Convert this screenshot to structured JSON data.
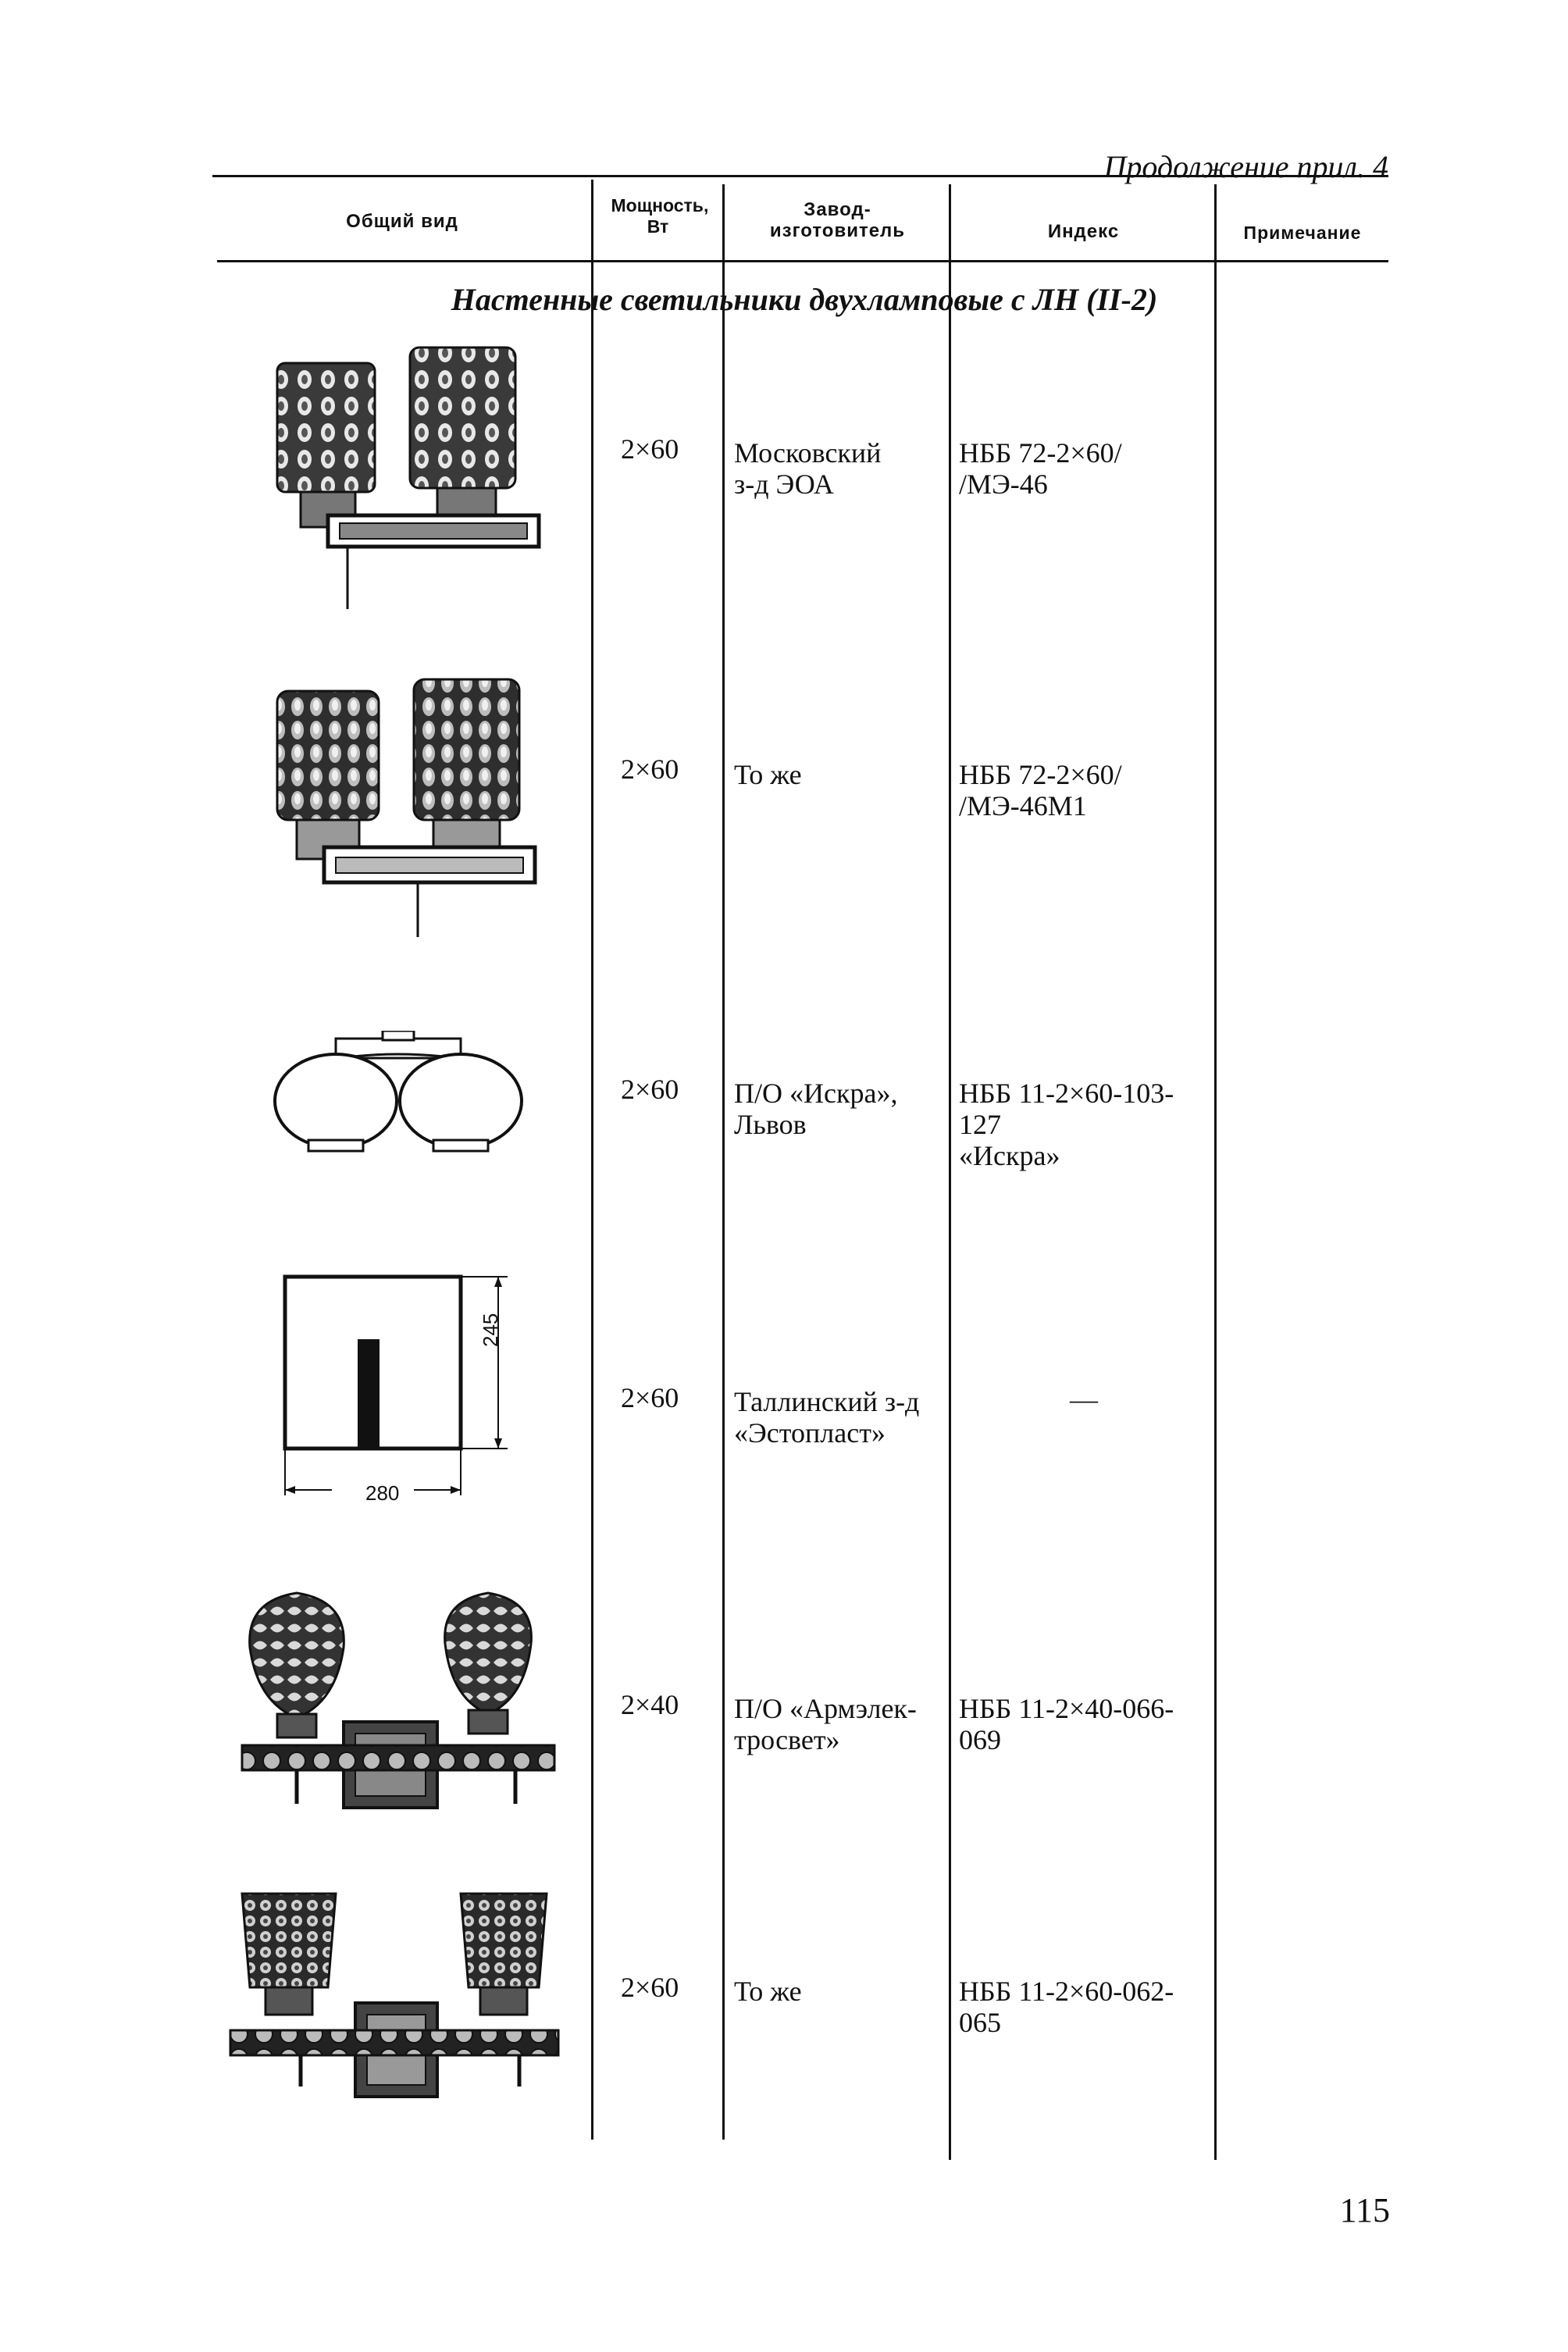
{
  "continuation": "Продолжение прил. 4",
  "headers": {
    "view": "Общий вид",
    "power": "Мощность, Вт",
    "maker": "Завод-изготовитель",
    "index": "Индекс",
    "note": "Примечание"
  },
  "section_title": "Настенные светильники двухламповые с ЛН (II-2)",
  "rows": [
    {
      "power": "2×60",
      "maker": [
        "Московский",
        "з-д ЭОА"
      ],
      "index": [
        "НББ 72-2×60/",
        "/МЭ-46"
      ],
      "note": ""
    },
    {
      "power": "2×60",
      "maker": [
        "То же"
      ],
      "index": [
        "НББ 72-2×60/",
        "/МЭ-46М1"
      ],
      "note": ""
    },
    {
      "power": "2×60",
      "maker": [
        "П/О «Искра»,",
        "Львов"
      ],
      "index": [
        "НББ 11-2×60-103-",
        "127",
        "«Искра»"
      ],
      "note": ""
    },
    {
      "power": "2×60",
      "maker": [
        "Таллинский з-д",
        "«Эстопласт»"
      ],
      "index": [
        "—"
      ],
      "note": ""
    },
    {
      "power": "2×40",
      "maker": [
        "П/О «Армэлек-",
        "тросвет»"
      ],
      "index": [
        "НББ 11-2×40-066-",
        "069"
      ],
      "note": ""
    },
    {
      "power": "2×60",
      "maker": [
        "То же"
      ],
      "index": [
        "НББ 11-2×60-062-",
        "065"
      ],
      "note": ""
    }
  ],
  "dimensions": {
    "height": "245",
    "width": "280"
  },
  "page_number": "115"
}
